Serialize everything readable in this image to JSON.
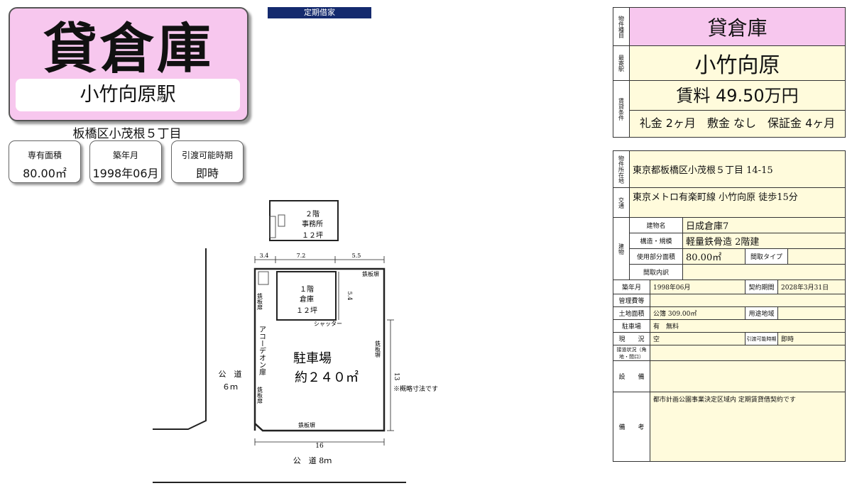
{
  "header": {
    "title": "貸倉庫",
    "station": "小竹向原駅",
    "address": "板橋区小茂根５丁目",
    "info": [
      {
        "label": "専有面積",
        "value": "80.00㎡"
      },
      {
        "label": "築年月",
        "value": "1998年06月"
      },
      {
        "label": "引渡可能時期",
        "value": "即時"
      }
    ],
    "contract_badge": "定期借家"
  },
  "summary": {
    "type_label": "物件種目",
    "type": "貸倉庫",
    "station_label": "最寄駅",
    "station": "小竹向原",
    "terms_label": "賃貸条件",
    "rent": "賃料 49.50万円",
    "deposits": "礼金 2ヶ月　敷金 なし　保証金 4ヶ月"
  },
  "details": {
    "location_label": "物件所在地",
    "location": "東京都板橋区小茂根５丁目 14-15",
    "transport_label": "交通",
    "transport": "東京メトロ有楽町線 小竹向原 徒歩15分",
    "building_label": "建物",
    "name_label": "建物名",
    "name": "日成倉庫7",
    "structure_label": "構造・規模",
    "structure": "軽量鉄骨造 2階建",
    "area_label": "使用部分面積",
    "area": "80.00㎡",
    "layout_type_label": "間取タイプ",
    "layout_label": "間取内訳",
    "built_label": "築年月",
    "built": "1998年06月",
    "contract_label": "契約期間",
    "contract": "2028年3月31日",
    "mgmt_label": "管理費等",
    "land_label": "土地面積",
    "land": "公簿 309.00㎡",
    "zoning_label": "用途地域",
    "parking_label": "駐車場",
    "parking": "有　無料",
    "status_label": "現　　況",
    "status": "空",
    "handover_label": "引渡可能時期",
    "handover": "即時",
    "road_label": "接道状況（角地・間口）",
    "equip_label": "設　　備",
    "remarks_label": "備　　考",
    "remarks": "都市計画公園事業決定区域内 定期賃貸借契約です"
  },
  "plan": {
    "office": [
      "２階",
      "事務所",
      "１２坪"
    ],
    "warehouse": [
      "１階",
      "倉庫",
      "１２坪"
    ],
    "parking": [
      "駐車場",
      "約２４０㎡"
    ],
    "dims_top": [
      "3.4",
      "7.2",
      "5.5"
    ],
    "dim_side": "5.4",
    "dim_right": "13",
    "dim_bottom": "16",
    "shutter": "シャッター",
    "steel_door": "鉄板塀",
    "steel_door_v": "鉄板扉",
    "accordion": "アコーデオン扉",
    "road_left": [
      "公　道",
      "６ｍ"
    ],
    "road_bottom": "公　道 8ｍ",
    "note": "※概略寸法です"
  }
}
